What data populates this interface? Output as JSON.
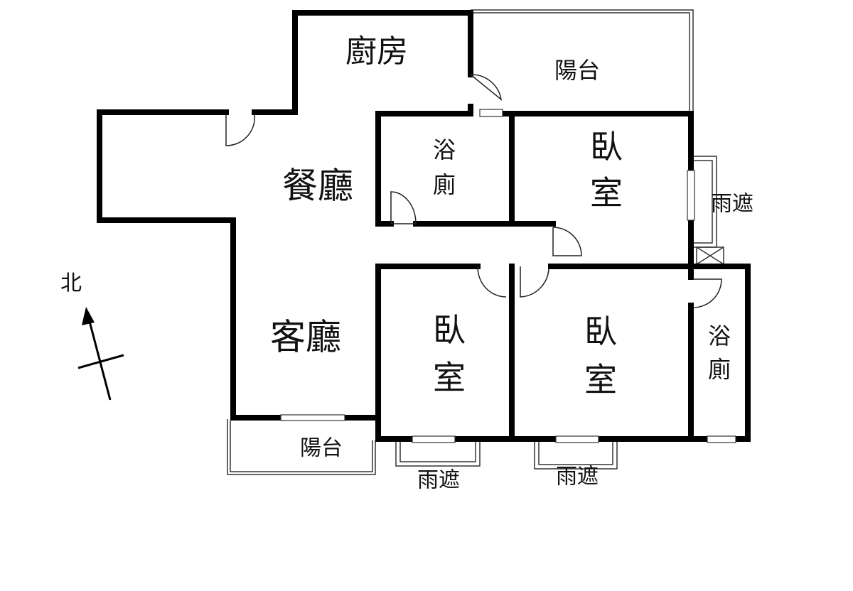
{
  "plan": {
    "rooms": {
      "kitchen": "廚房",
      "balcony_top": "陽台",
      "bath_1_line1": "浴",
      "bath_1_line2": "廁",
      "bedroom_1_line1": "臥",
      "bedroom_1_line2": "室",
      "awning_right": "雨遮",
      "dining": "餐廳",
      "living": "客廳",
      "bedroom_2_line1": "臥",
      "bedroom_2_line2": "室",
      "bedroom_3_line1": "臥",
      "bedroom_3_line2": "室",
      "bath_2_line1": "浴",
      "bath_2_line2": "廁",
      "balcony_bottom": "陽台",
      "awning_bottom_left": "雨遮",
      "awning_bottom_right": "雨遮"
    },
    "compass": {
      "label": "北"
    },
    "colors": {
      "wall": "#000000",
      "background": "#ffffff"
    }
  }
}
